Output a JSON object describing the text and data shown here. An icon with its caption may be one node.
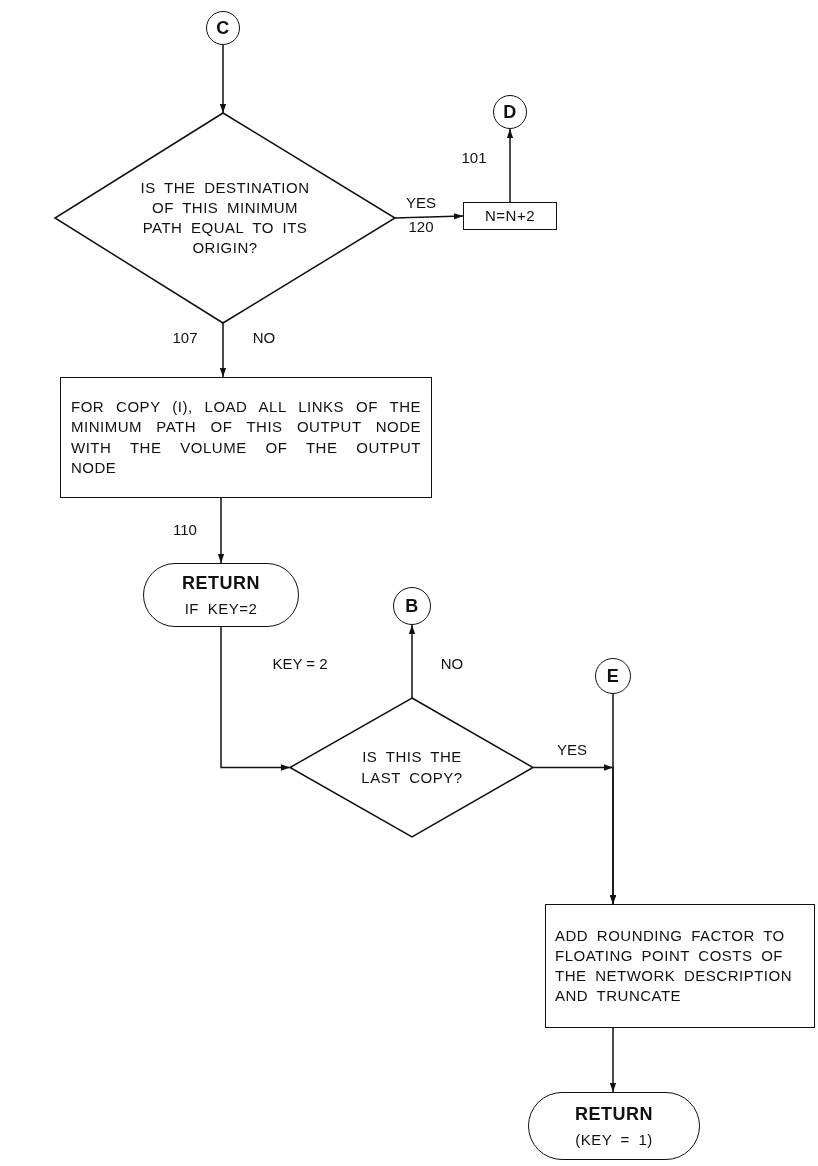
{
  "diagram": {
    "nodes": [
      {
        "text": [
          "C"
        ]
      },
      {
        "text": [
          "IS THE DESTINATION OF THIS MINIMUM PATH EQUAL TO ITS ORIGIN?"
        ]
      },
      {
        "text": [
          "N=N+2"
        ]
      },
      {
        "text": [
          "D"
        ]
      },
      {
        "text": [
          "FOR COPY (I), LOAD ALL LINKS OF THE MINIMUM PATH OF THIS OUTPUT NODE WITH THE VOLUME OF THE OUTPUT NODE"
        ]
      },
      {
        "text": [
          "RETURN",
          "IF KEY=2"
        ]
      },
      {
        "text": [
          "B"
        ]
      },
      {
        "text": [
          "IS THIS THE LAST COPY?"
        ]
      },
      {
        "text": [
          "E"
        ]
      },
      {
        "text": [
          "ADD ROUNDING FACTOR TO FLOATING POINT COSTS OF THE NETWORK DESCRIPTION AND TRUNCATE"
        ]
      },
      {
        "text": [
          "RETURN",
          "(KEY = 1)"
        ]
      }
    ],
    "edges": [
      {
        "from": 0,
        "to": 1,
        "arrow": "to"
      },
      {
        "from": 1,
        "to": 2,
        "arrow": "to",
        "label": "YES"
      },
      {
        "from": 2,
        "to": 3,
        "arrow": "to"
      },
      {
        "from": 1,
        "to": 4,
        "arrow": "to",
        "label": "NO"
      },
      {
        "from": 4,
        "to": 5,
        "arrow": "to"
      },
      {
        "from": 5,
        "to": 7,
        "arrow": "to",
        "label": "KEY = 2"
      },
      {
        "from": 7,
        "to": 6,
        "arrow": "to",
        "label": "NO"
      },
      {
        "from": 7,
        "to": 9,
        "arrow": "to",
        "label": "YES"
      },
      {
        "from": 8,
        "to": 9,
        "arrow": "to"
      },
      {
        "from": 9,
        "to": 10,
        "arrow": "to"
      }
    ],
    "labels": [
      "101",
      "120",
      "107",
      "110"
    ]
  }
}
